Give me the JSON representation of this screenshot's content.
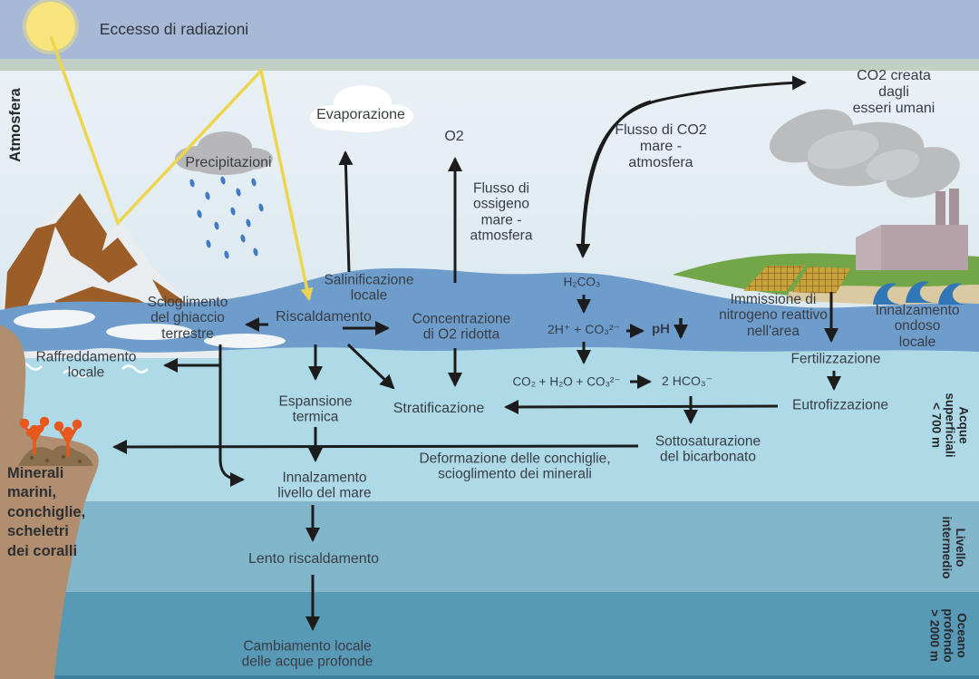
{
  "title_area": {
    "radiation": "Eccesso di radiazioni"
  },
  "zone_labels": {
    "atmosphere": "Atmosfera",
    "surface_waters": "Acque\nsuperficiali\n< 700 m",
    "intermediate": "Livello\nintermedio",
    "deep_ocean": "Oceano\nprofondo\n> 2000 m"
  },
  "atmosphere": {
    "evaporation": "Evaporazione",
    "precipitation": "Precipitazioni",
    "o2": "O2",
    "o2_flux": "Flusso di\nossigeno\nmare -\natmosfera",
    "co2_flux": "Flusso di CO2\nmare -\natmosfera",
    "co2_humans": "CO2 creata dagli\nesseri umani"
  },
  "surface": {
    "salinification": "Salinificazione\nlocale",
    "warming": "Riscaldamento",
    "land_ice_melt": "Scioglimento\ndel ghiaccio\nterrestre",
    "o2_concentration": "Concentrazione\ndi O2 ridotta",
    "local_cooling": "Raffreddamento\nlocale",
    "thermal_expansion": "Espansione\ntermica",
    "stratification": "Stratificazione",
    "wave_rise": "Innalzamento\nondoso locale",
    "nitrogen_input": "Immissione di\nnitrogeno reattivo\nnell'area",
    "fertilization": "Fertilizzazione",
    "eutrophication": "Eutrofizzazione",
    "undersaturation": "Sottosaturazione\ndel bicarbonato",
    "shell_deformation": "Deformazione delle conchiglie,\nscioglimento dei minerali",
    "sea_level_rise": "Innalzamento\nlivello del mare",
    "minerals": "Minerali\nmarini,\nconchiglie,\nscheletri\ndei coralli"
  },
  "chemistry": {
    "h2co3": "H₂CO₃",
    "dissociation": "2H⁺ + CO₃²⁻",
    "ph": "pH",
    "carbonate_reaction": "CO₂ + H₂O + CO₃²⁻",
    "bicarbonate": "2 HCO₃⁻"
  },
  "deep": {
    "slow_warming": "Lento riscaldamento",
    "deep_water_change": "Cambiamento locale\ndelle acque profonde"
  },
  "colors": {
    "top_band": "#a7b9d7",
    "green_strip": "#c1cfc5",
    "sky": "#e7eff4",
    "sea_surface_band": "#6f9dcb",
    "upper_ocean": "#aedae8",
    "intermediate_ocean": "#82b7cb",
    "deep_ocean": "#5899b6",
    "bottom_strip": "#3f7fa0",
    "sun": "#f7e47d",
    "ray": "#eed54f",
    "coral": "#e8571c",
    "cliff": "#b18e6f",
    "hill": "#73a549",
    "arrow": "#1c1c1c"
  }
}
